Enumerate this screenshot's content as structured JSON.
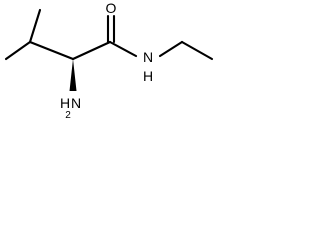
{
  "structure": {
    "atoms": {
      "oxygen": "O",
      "amide_n": "N",
      "amide_h": "H",
      "amino_h": "H",
      "amino_n": "N",
      "amino_sub": "2"
    }
  }
}
